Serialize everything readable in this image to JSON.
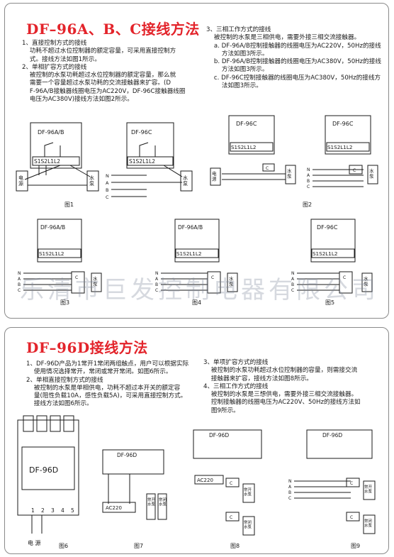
{
  "section_a": {
    "title": "DF–96A、B、C接线方法",
    "title_color": "#e3242b",
    "left_text": "1、直接控制方式的接线\n    功耗不超过水位控制器的额定容量，可采用直接控制方\n    式。接线方法如图1所示。\n2、单相扩容方式的接线\n    被控制的水泵功耗超过水位控制器的额定容量，那么就\n    需要一个容量超过水泵功耗的交流接触器来扩容。(D\n    F-96A/B接触器线圈电压为AC220V，DF-96C接触器线圈\n    电压为AC380V)接线方法如图2所示。",
    "right_text": "3、三相工作方式的接线\n    被控制的水泵是三相供电，需要外接三相交流接触器。\n    a. DF-96A/B控制接触器的线圈电压为AC220V，50Hz的接线\n        方法如图3所示。\n    b. DF-96A/B控制接触器的线圈电压为AC380V，50Hz的接线\n        方法如图3所示。\n    c. DF-96C控制接触器的线圈电压为AC380V，50Hz的接线方\n        法如图3所示。",
    "model_ab": "DF-96A/B",
    "model_c": "DF-96C",
    "terminals": "S1S2L1L2",
    "power_label": "电\n源",
    "pump_label": "水\n泵",
    "contactor_label": "C",
    "lines": [
      "N",
      "A",
      "B",
      "C"
    ],
    "figures": [
      "图1",
      "图2",
      "图3",
      "图4",
      "图5"
    ]
  },
  "watermark": "乐清市巨发控制电器有限公司",
  "section_d": {
    "title": "DF–96D接线方法",
    "left_text": "1、DF-96D产品为1常开1常闭两组触点，用户可以根据实际\n    使用情况选择常开，常闭或常开常闭。如图6所示。\n2、单相直接控制方式的接线\n    被控制的水泵是单相供电，功耗不超过本开关的额定容\n    量(阻性负载10A，感性负载5A)，可采用直接控制方式。\n    接线方法如图6所示。",
    "right_text": "3、单项扩容方式的接线\n    被控制的水泵功耗超过水位控制器的容量，则需接交流\n    接触器来扩容，接线方法如图8所示。\n4、三相工作方式的接线\n    被控制的水泵是三想供电，需要外接三相交流接触器。\n    控制接触器的线圈电压为AC220V、50Hz的接线方法如\n    图9所示。",
    "model": "DF-96D",
    "terminal_numbers": [
      "1",
      "2",
      "3",
      "4",
      "5"
    ],
    "power_label": "电  源",
    "ac_label": "AC220",
    "pump_label": "常开\n水泵",
    "pump_label2": "常闭\n水泵",
    "contactor_label": "C",
    "lines": [
      "N",
      "A",
      "B",
      "C"
    ],
    "figures": [
      "图6",
      "图7",
      "图8",
      "图9"
    ]
  }
}
